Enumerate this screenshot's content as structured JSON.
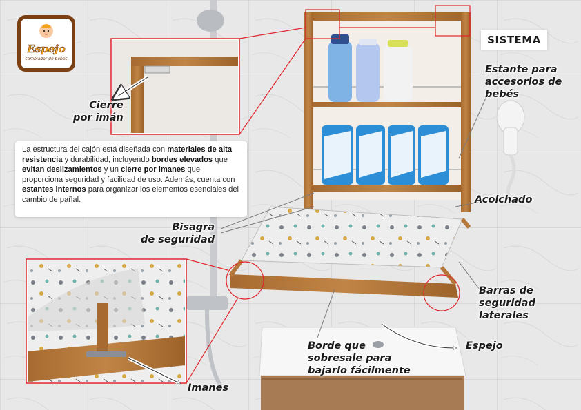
{
  "logo": {
    "title": "Espejo",
    "subtitle": "cambiador de bebés"
  },
  "badge": "SISTEMA",
  "description": {
    "segments": [
      {
        "text": "La estructura del cajón está diseñada con ",
        "bold": false
      },
      {
        "text": "materiales de alta resistencia",
        "bold": true
      },
      {
        "text": " y durabilidad, incluyendo ",
        "bold": false
      },
      {
        "text": "bordes elevados",
        "bold": true
      },
      {
        "text": " que ",
        "bold": false
      },
      {
        "text": "evitan deslizamientos",
        "bold": true
      },
      {
        "text": " y un ",
        "bold": false
      },
      {
        "text": "cierre por imanes",
        "bold": true
      },
      {
        "text": " que proporciona seguridad y facilidad de uso. Además, cuenta con ",
        "bold": false
      },
      {
        "text": "estantes internos",
        "bold": true
      },
      {
        "text": " para organizar los elementos esenciales del cambio de pañal.",
        "bold": false
      }
    ]
  },
  "labels": {
    "cierre": [
      "Cierre",
      "por imán"
    ],
    "estante": [
      "Estante para",
      "accesorios de",
      "bebés"
    ],
    "acolchado": [
      "Acolchado"
    ],
    "bisagra": [
      "Bisagra",
      "de seguridad"
    ],
    "barras": [
      "Barras de",
      "seguridad",
      "laterales"
    ],
    "espejo": [
      "Espejo"
    ],
    "borde": [
      "Borde que",
      "sobresale para",
      "bajarlo fácilmente"
    ],
    "imanes": [
      "Imanes"
    ]
  },
  "colors": {
    "callout_red": "#e0242a",
    "wood": "#b5773a",
    "wood_dark": "#8a5424",
    "tile": "#e6e6e7",
    "brand_brown": "#7a3f12",
    "brand_orange": "#f3a21c",
    "wipes_blue": "#2c8ed6"
  }
}
